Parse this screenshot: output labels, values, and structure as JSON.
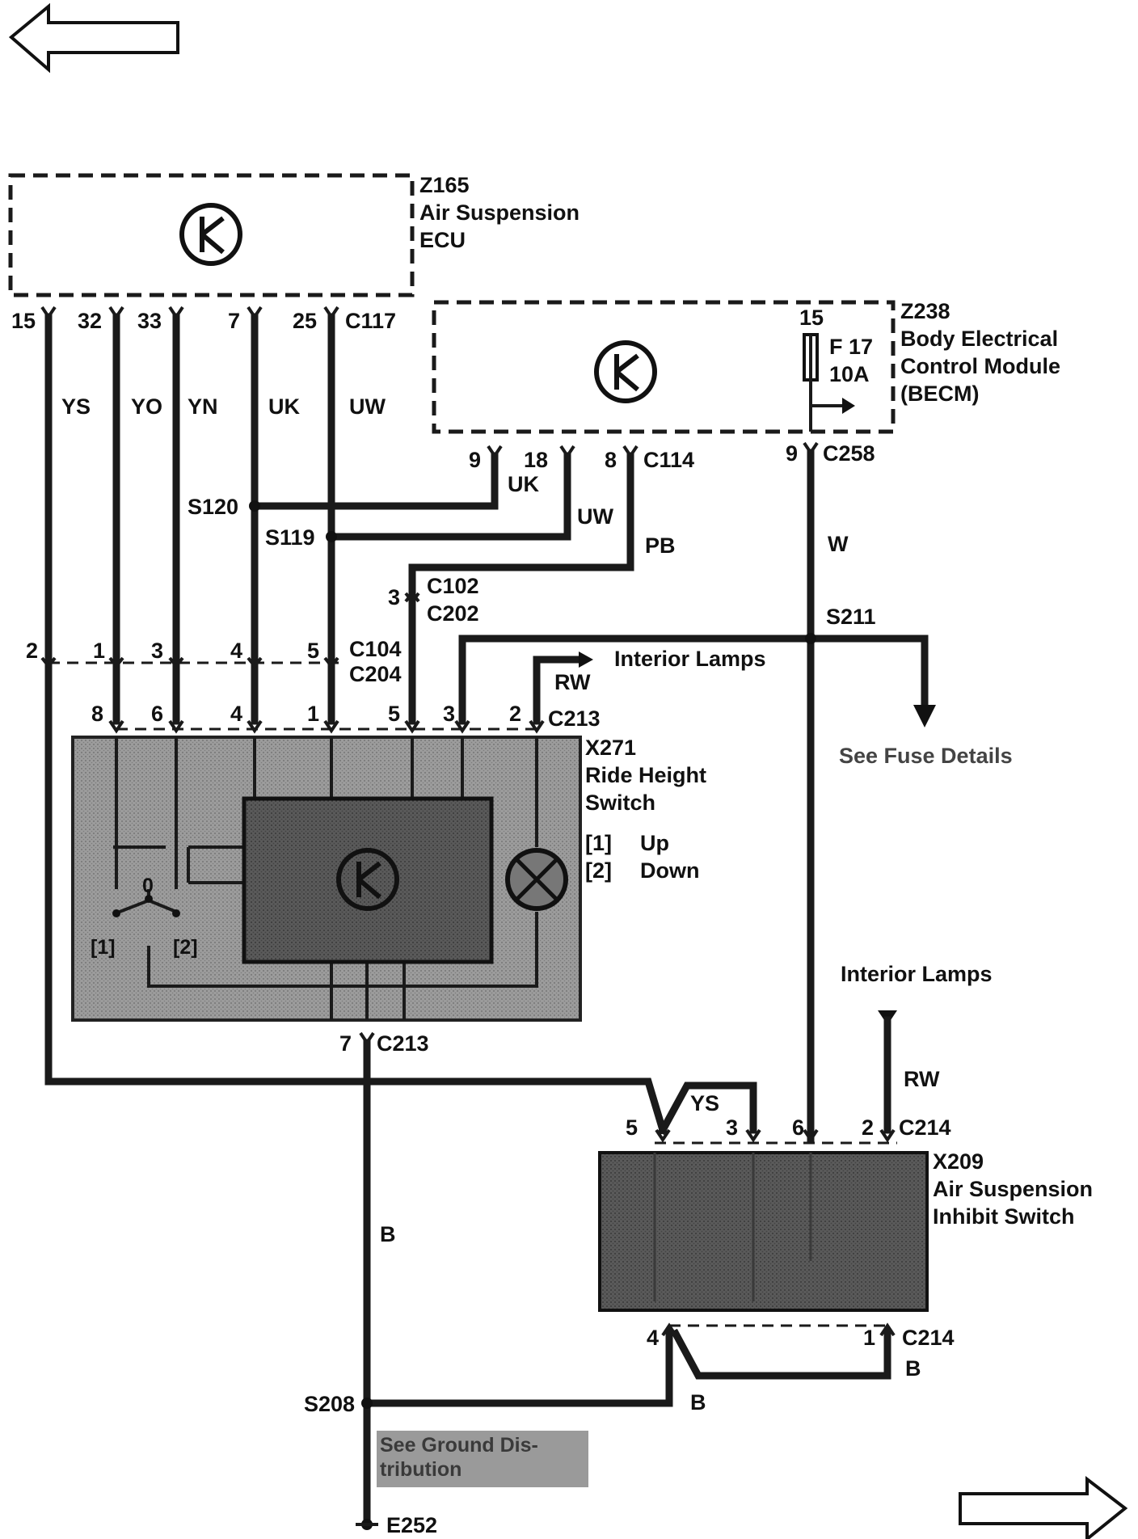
{
  "nav": {
    "back_icon": "left-arrow-icon",
    "forward_icon": "right-arrow-icon"
  },
  "modules": {
    "z165": {
      "id": "Z165",
      "line1": "Air Suspension",
      "line2": "ECU"
    },
    "z238": {
      "id": "Z238",
      "line1": "Body Electrical",
      "line2": "Control Module",
      "line3": "(BECM)",
      "fuse_pin": "15",
      "fuse_name": "F 17",
      "fuse_rating": "10A"
    },
    "x271": {
      "id": "X271",
      "line1": "Ride Height",
      "line2": "Switch",
      "mode1_code": "[1]",
      "mode1": "Up",
      "mode2_code": "[2]",
      "mode2": "Down",
      "sw1": "[1]",
      "sw2": "[2]",
      "sw0": "0"
    },
    "x209": {
      "id": "X209",
      "line1": "Air Suspension",
      "line2": "Inhibit Switch"
    }
  },
  "connectors": {
    "c117": "C117",
    "c114": "C114",
    "c258": "C258",
    "c102": "C102",
    "c202": "C202",
    "c104": "C104",
    "c204": "C204",
    "c213_top": "C213",
    "c213_bottom": "C213",
    "c214_top": "C214",
    "c214_bottom": "C214"
  },
  "pins": {
    "c117": [
      "15",
      "32",
      "33",
      "7",
      "25"
    ],
    "c114": [
      "9",
      "18",
      "8"
    ],
    "c258": "9",
    "c102": "3",
    "c104": [
      "2",
      "1",
      "3",
      "4",
      "5"
    ],
    "c213_top": [
      "8",
      "6",
      "4",
      "1",
      "5",
      "3",
      "2"
    ],
    "c213_bottom": "7",
    "c214_top": [
      "5",
      "3",
      "6",
      "2"
    ],
    "c214_bottom": [
      "4",
      "1"
    ]
  },
  "wires": {
    "ys": "YS",
    "yo": "YO",
    "yn": "YN",
    "uk": "UK",
    "uw": "UW",
    "uk2": "UK",
    "uw2": "UW",
    "pb": "PB",
    "w": "W",
    "rw1": "RW",
    "rw2": "RW",
    "ys2": "YS",
    "b_main": "B",
    "b_x209": "B",
    "b_s208": "B"
  },
  "splices": {
    "s120": "S120",
    "s119": "S119",
    "s211": "S211",
    "s208": "S208"
  },
  "refs": {
    "interior1": "Interior Lamps",
    "interior2": "Interior Lamps",
    "fuse_details": "See Fuse Details",
    "ground": "See Ground Dis-",
    "ground2": "tribution",
    "ground_point": "E252"
  }
}
